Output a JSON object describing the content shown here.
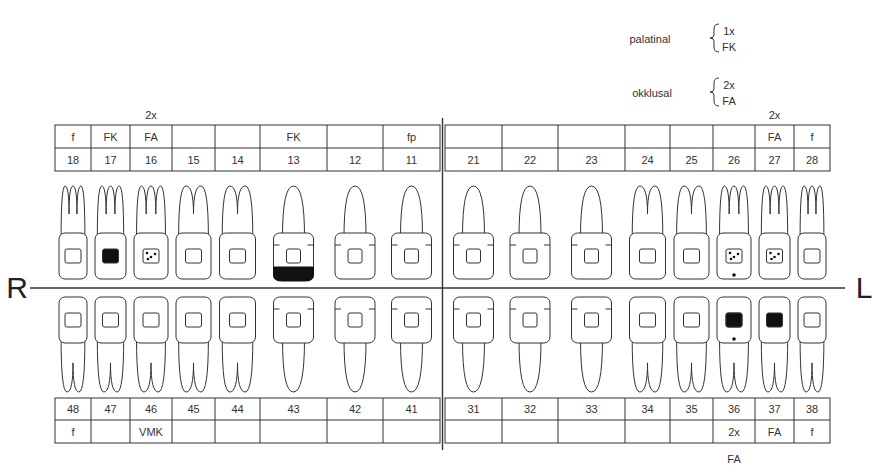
{
  "diagram": {
    "labels": [
      "palatinal",
      "1x",
      "FK",
      "okklusal",
      "2x",
      "FA",
      "2x",
      "2x",
      "f",
      "FK",
      "FA",
      "FK",
      "fp",
      "FA",
      "f",
      "18",
      "17",
      "16",
      "15",
      "14",
      "13",
      "12",
      "11",
      "21",
      "22",
      "23",
      "24",
      "25",
      "26",
      "27",
      "28",
      "R",
      "L",
      "48",
      "47",
      "46",
      "45",
      "44",
      "43",
      "42",
      "41",
      "31",
      "32",
      "33",
      "34",
      "35",
      "36",
      "37",
      "38",
      "f",
      "VMK",
      "2x",
      "FA",
      "f",
      "FA"
    ]
  }
}
